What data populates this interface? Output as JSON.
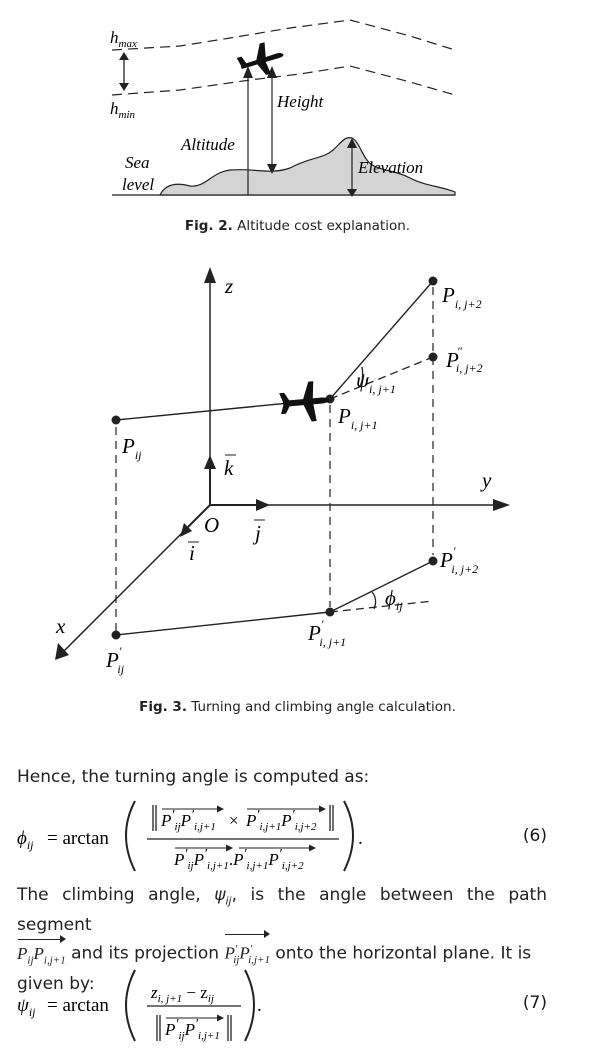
{
  "fig2": {
    "hmax_label": "h",
    "hmax_sub": "max",
    "hmin_label": "h",
    "hmin_sub": "min",
    "height_label": "Height",
    "altitude_label": "Altitude",
    "sea_label": "Sea",
    "level_label": "level",
    "elevation_label": "Elevation",
    "caption_num": "Fig. 2.",
    "caption_text": "Altitude cost explanation."
  },
  "fig3": {
    "z": "z",
    "y": "y",
    "x": "x",
    "o": "O",
    "k": "k",
    "j": "j",
    "i": "i",
    "p_ij": "P",
    "p_ij_sub": "ij",
    "p_ij1": "P",
    "p_ij1_sub": "i, j+1",
    "p_ij2": "P",
    "p_ij2_sub": "i, j+2",
    "pp_ij2": "P",
    "pp_ij2_sup": "\"",
    "pp_ij2_sub": "i, j+2",
    "pr_ij": "P",
    "pr_ij_sup": "'",
    "pr_ij_sub": "ij",
    "pr_ij1": "P",
    "pr_ij1_sup": "'",
    "pr_ij1_sub": "i, j+1",
    "pr_ij2": "P",
    "pr_ij2_sup": "'",
    "pr_ij2_sub": "i, j+2",
    "psi": "ψ",
    "psi_sub": "i, j+1",
    "phi": "ϕ",
    "phi_sub": "ij",
    "caption_num": "Fig. 3.",
    "caption_text": "Turning and climbing angle calculation."
  },
  "text": {
    "p1": "Hence, the turning angle is computed as:",
    "eq6_lhs": "ϕ",
    "eq6_lhs_sub": "ij",
    "eq6_fn": " = arctan",
    "eq6_num": "(6)",
    "p2_a": "The climbing angle, ",
    "p2_psi": "ψ",
    "p2_psi_sub": "ij",
    "p2_b": ", is the angle between the path segment",
    "p2_c": " and its projection ",
    "p2_d": " onto the horizontal plane. It is",
    "p2_e": "given by:",
    "eq7_lhs": "ψ",
    "eq7_lhs_sub": "ij",
    "eq7_fn": " = arctan",
    "eq7_num_top": "z",
    "eq7_num_top_sub": "i, j+1",
    "eq7_minus": " − z",
    "eq7_minus_sub": "ij",
    "eq7_num": "(7)"
  }
}
